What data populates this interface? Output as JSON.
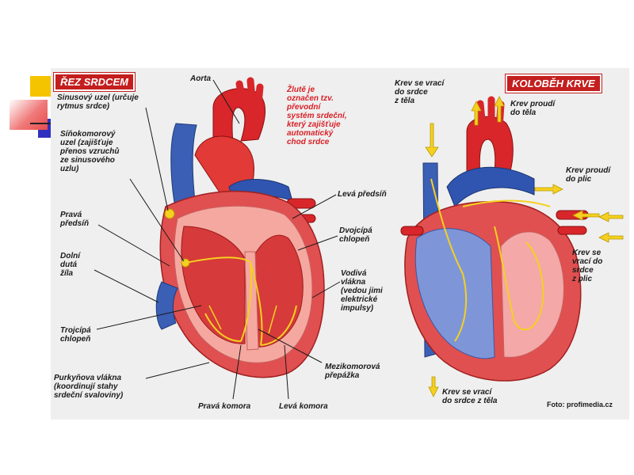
{
  "left_title": "ŘEZ SRDCEM",
  "right_title": "KOLOBĚH KRVE",
  "credit": "Foto: profimedia.cz",
  "colors": {
    "title_red": "#c41e1e",
    "annotation_red": "#d81f26",
    "accent_yellow": "#f5c400",
    "accent_pink": "#f07a7a",
    "accent_blue": "#3030c0"
  },
  "left_labels": {
    "sinusovy_uzel": "Sinusový uzel (určuje\nrytmus srdce)",
    "sinokomorovy_uzel": "Síňokomorový\nuzel (zajišťuje\npřenos vzruchů\nze sinusového\nuzlu)",
    "prava_predsin": "Pravá\npředsíň",
    "dolni_duta_zila": "Dolní\ndutá\nžíla",
    "tricipa_chlopen": "Trojcípá\nchlopeň",
    "purkynova_vlakna": "Purkyňova vlákna\n(koordinují stahy\nsrdeční svaloviny)",
    "aorta": "Aorta",
    "zlute_oznacen": "Žlutě je\noznačen tzv.\npřevodní\nsystém srdeční,\nkterý zajišťuje\nautomatický\nchod srdce",
    "leva_predsin": "Levá předsíň",
    "dvojcipa_chlopen": "Dvojcípá\nchlopeň",
    "vodivá_vlakna": "Vodivá\nvlákna\n(vedou jimi\nelektrické\nimpulsy)",
    "mezikomorova_prepazka": "Mezikomorová\npřepážka",
    "prava_komora": "Pravá komora",
    "leva_komora": "Levá komora"
  },
  "right_labels": {
    "krev_se_vraci_z_tela_top": "Krev se vrací\ndo srdce\nz těla",
    "krev_proudi_do_tela": "Krev proudí\ndo těla",
    "krev_proudi_do_plic": "Krev proudí\ndo plic",
    "krev_se_vraci_z_plic": "Krev se\nvrací do\nsrdce\nz plic",
    "krev_se_vraci_z_tela_bottom": "Krev se vrací\ndo srdce z těla"
  }
}
